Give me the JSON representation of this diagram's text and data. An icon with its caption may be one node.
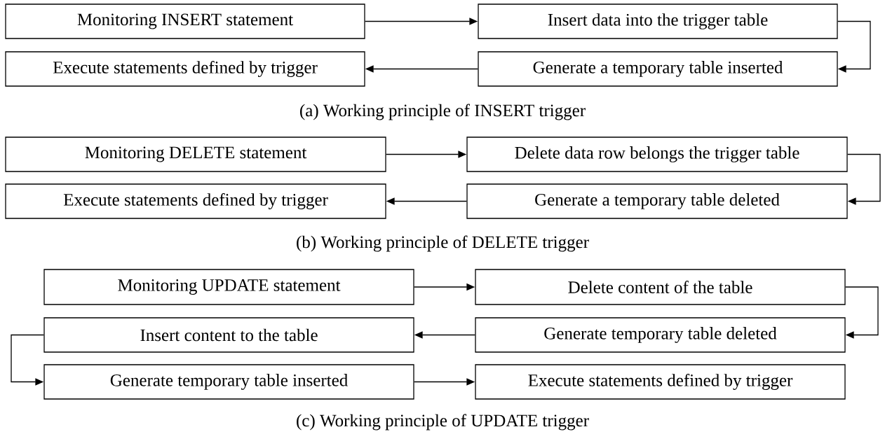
{
  "diagram": {
    "nodes": [
      {
        "text": [
          "Monitoring INSERT statement"
        ]
      },
      {
        "text": [
          "Insert data into the trigger table"
        ]
      },
      {
        "text": [
          "Generate a temporary table inserted"
        ]
      },
      {
        "text": [
          "Execute statements defined by trigger"
        ]
      },
      {
        "text": [
          "Monitoring DELETE statement"
        ]
      },
      {
        "text": [
          "Delete data row belongs the trigger table"
        ]
      },
      {
        "text": [
          "Generate a temporary table deleted"
        ]
      },
      {
        "text": [
          "Execute statements defined by trigger"
        ]
      },
      {
        "text": [
          "Monitoring UPDATE statement"
        ]
      },
      {
        "text": [
          "Delete content of the table"
        ]
      },
      {
        "text": [
          "Generate temporary table deleted"
        ]
      },
      {
        "text": [
          "Insert content to the table"
        ]
      },
      {
        "text": [
          "Generate temporary table inserted"
        ]
      },
      {
        "text": [
          "Execute statements defined by trigger"
        ]
      }
    ],
    "edges": [
      {
        "from": 0,
        "to": 1,
        "arrow": "to"
      },
      {
        "from": 1,
        "to": 2,
        "arrow": "to"
      },
      {
        "from": 2,
        "to": 3,
        "arrow": "to"
      },
      {
        "from": 4,
        "to": 5,
        "arrow": "to"
      },
      {
        "from": 5,
        "to": 6,
        "arrow": "to"
      },
      {
        "from": 6,
        "to": 7,
        "arrow": "to"
      },
      {
        "from": 8,
        "to": 9,
        "arrow": "to"
      },
      {
        "from": 9,
        "to": 10,
        "arrow": "to"
      },
      {
        "from": 10,
        "to": 11,
        "arrow": "to"
      },
      {
        "from": 11,
        "to": 12,
        "arrow": "to"
      },
      {
        "from": 12,
        "to": 13,
        "arrow": "to"
      }
    ],
    "labels": [
      "(a) Working principle of INSERT trigger",
      "(b) Working principle of DELETE trigger",
      "(c) Working principle of UPDATE trigger"
    ]
  }
}
